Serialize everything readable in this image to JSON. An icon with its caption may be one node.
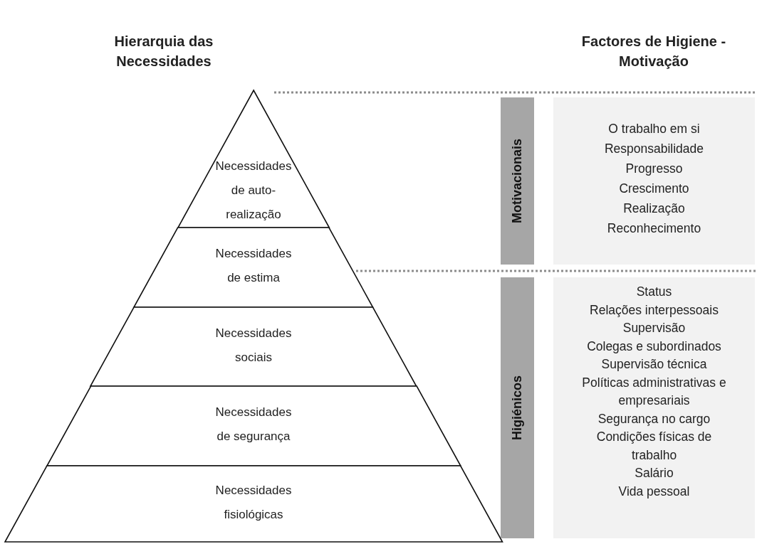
{
  "diagram": {
    "nodes": [
      {
        "text": [
          "Necessidades de auto-realização"
        ]
      },
      {
        "text": [
          "Necessidades de estima"
        ]
      },
      {
        "text": [
          "Necessidades sociais"
        ]
      },
      {
        "text": [
          "Necessidades de segurança"
        ]
      },
      {
        "text": [
          "Necessidades fisiológicas"
        ]
      },
      {
        "text": [
          "Motivacionais"
        ]
      },
      {
        "text": [
          "O trabalho em si",
          "Responsabilidade",
          "Progresso",
          "Crescimento",
          "Realização",
          "Reconhecimento"
        ]
      },
      {
        "text": [
          "Higiénicos"
        ]
      },
      {
        "text": [
          "Status",
          "Relações interpessoais",
          "Supervisão",
          "Colegas e subordinados",
          "Supervisão técnica",
          "Políticas administrativas e empresariais",
          "Segurança no cargo",
          "Condições físicas de trabalho",
          "Salário",
          "Vida pessoal"
        ]
      }
    ],
    "edges": [],
    "labels": [
      "Hierarquia das Necessidades",
      "Factores de Higiene - Motivação"
    ]
  }
}
